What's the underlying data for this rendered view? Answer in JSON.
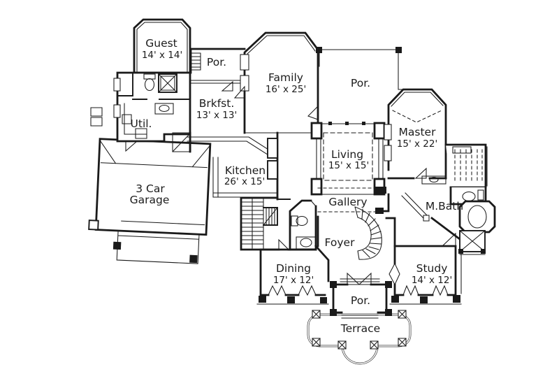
{
  "colors": {
    "ink": "#1a1a1a",
    "paper": "#ffffff"
  },
  "rooms": {
    "guest": {
      "name": "Guest",
      "dims": "14' x 14'"
    },
    "porch_top_left": {
      "name": "Por."
    },
    "family": {
      "name": "Family",
      "dims": "16' x 25'"
    },
    "porch_top_right": {
      "name": "Por."
    },
    "brkfst": {
      "name": "Brkfst.",
      "dims": "13' x 13'"
    },
    "util": {
      "name": "Util."
    },
    "master": {
      "name": "Master",
      "dims": "15' x 22'"
    },
    "living": {
      "name": "Living",
      "dims": "15' x 15'"
    },
    "kitchen": {
      "name": "Kitchen",
      "dims": "26' x 15'"
    },
    "garage": {
      "name_line1": "3 Car",
      "name_line2": "Garage"
    },
    "gallery": {
      "name": "Gallery"
    },
    "mbath": {
      "name": "M.Bath"
    },
    "foyer": {
      "name": "Foyer"
    },
    "dining": {
      "name": "Dining",
      "dims": "17' x 12'"
    },
    "study": {
      "name": "Study",
      "dims": "14' x 12'"
    },
    "porch_bottom": {
      "name": "Por."
    },
    "terrace": {
      "name": "Terrace"
    }
  }
}
